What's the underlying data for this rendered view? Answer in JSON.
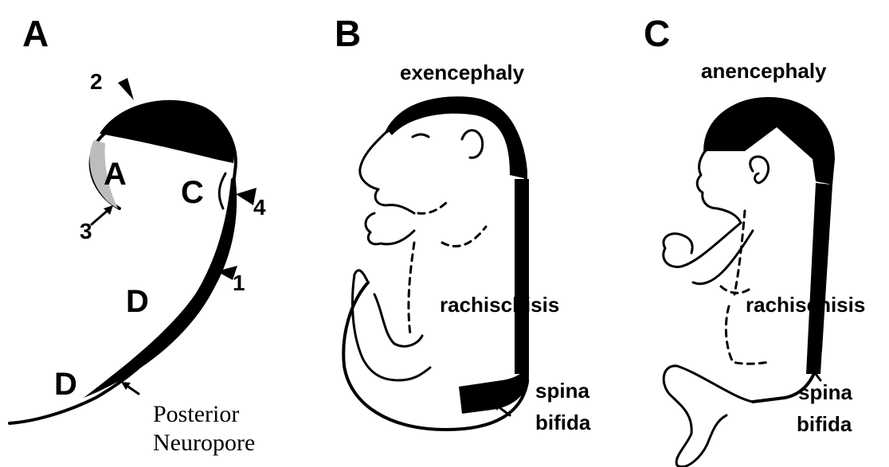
{
  "panels": {
    "a": {
      "letter": "A",
      "region_labels": [
        "A",
        "C",
        "D",
        "D"
      ],
      "arrow_numbers": [
        "2",
        "3",
        "4",
        "1"
      ],
      "posterior_line1": "Posterior",
      "posterior_line2": "Neuropore"
    },
    "b": {
      "letter": "B",
      "title": "exencephaly",
      "rachischisis": "rachischisis",
      "spina": "spina",
      "bifida": "bifida"
    },
    "c": {
      "letter": "C",
      "title": "anencephaly",
      "rachischisis": "rachischisis",
      "spina": "spina",
      "bifida": "bifida"
    }
  }
}
